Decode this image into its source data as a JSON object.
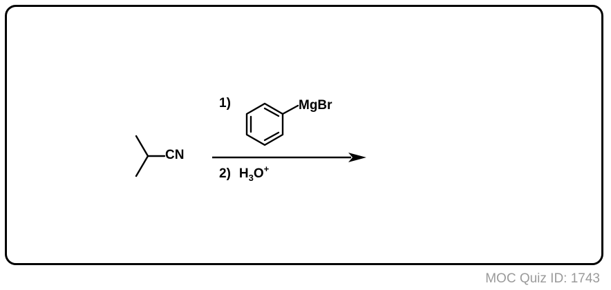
{
  "reaction": {
    "reactant_group_label": "CN",
    "step1_number": "1)",
    "step1_reagent_group": "MgBr",
    "step2_number": "2)",
    "step2_reagent": {
      "h": "H",
      "h_subscript": "3",
      "o": "O",
      "charge": "+"
    }
  },
  "footer": {
    "quiz_id": "MOC Quiz ID: 1743"
  }
}
